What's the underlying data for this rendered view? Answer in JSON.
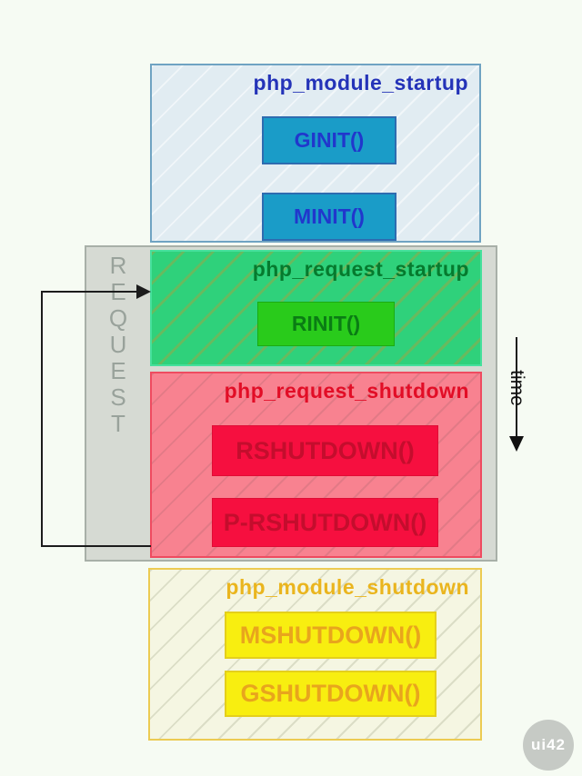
{
  "boxes": {
    "module_startup": {
      "title": "php_module_startup",
      "buttons": [
        "GINIT()",
        "MINIT()"
      ],
      "fill": "#e1ecf2",
      "accent": "#1a9cc8",
      "title_color": "#2433b8"
    },
    "request_startup": {
      "title": "php_request_startup",
      "buttons": [
        "RINIT()"
      ],
      "fill": "#2fd17b",
      "accent": "#29cb1b",
      "title_color": "#067a2e"
    },
    "request_shutdown": {
      "title": "php_request_shutdown",
      "buttons": [
        "RSHUTDOWN()",
        "P-RSHUTDOWN()"
      ],
      "fill": "#f88290",
      "accent": "#f60f3f",
      "title_color": "#e20d26"
    },
    "module_shutdown": {
      "title": "php_module_shutdown",
      "buttons": [
        "MSHUTDOWN()",
        "GSHUTDOWN()"
      ],
      "fill": "#f5f6e2",
      "accent": "#f8ee10",
      "title_color": "#eab51e"
    }
  },
  "request_label": {
    "text": "REQUEST",
    "letters": [
      "R",
      "E",
      "Q",
      "U",
      "E",
      "S",
      "T"
    ],
    "color": "#99a29b",
    "container_fill": "#d6dad3"
  },
  "time_label": "time",
  "watermark": {
    "text": "ui42",
    "fill": "#c6cac5"
  }
}
